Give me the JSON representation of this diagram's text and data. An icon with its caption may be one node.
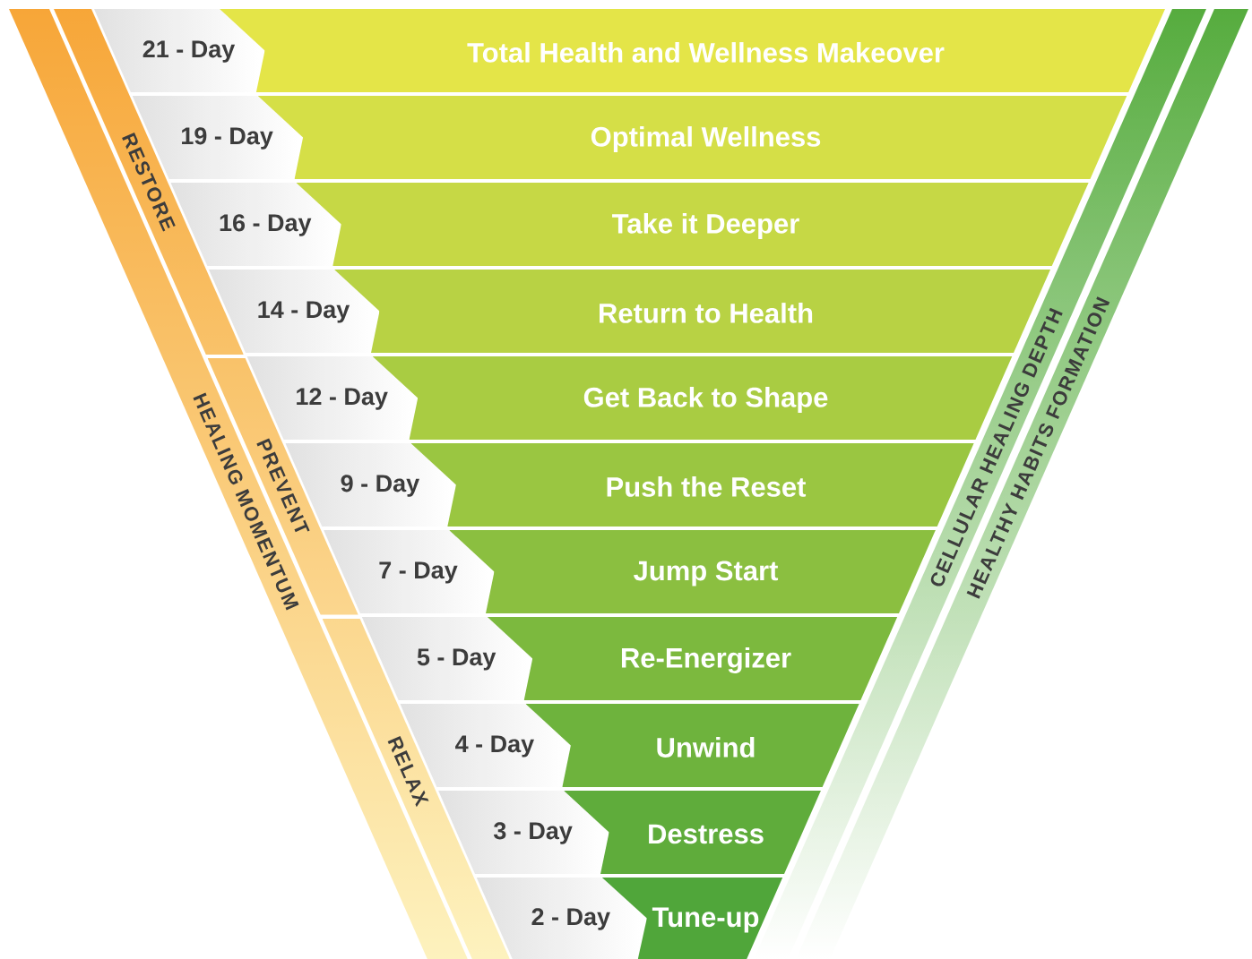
{
  "diagram": {
    "nodes": [
      {
        "text": [
          "HEALING MOMENTUM"
        ]
      },
      {
        "text": [
          "RESTORE"
        ]
      },
      {
        "text": [
          "PREVENT"
        ]
      },
      {
        "text": [
          "RELAX"
        ]
      },
      {
        "text": [
          "21 - Day"
        ]
      },
      {
        "text": [
          "Total Health and Wellness Makeover"
        ]
      },
      {
        "text": [
          "19 - Day"
        ]
      },
      {
        "text": [
          "Optimal Wellness"
        ]
      },
      {
        "text": [
          "16 - Day"
        ]
      },
      {
        "text": [
          "Take it Deeper"
        ]
      },
      {
        "text": [
          "14 - Day"
        ]
      },
      {
        "text": [
          "Return to Health"
        ]
      },
      {
        "text": [
          "12 - Day"
        ]
      },
      {
        "text": [
          "Get Back to Shape"
        ]
      },
      {
        "text": [
          "9 - Day"
        ]
      },
      {
        "text": [
          "Push the Reset"
        ]
      },
      {
        "text": [
          "7 - Day"
        ]
      },
      {
        "text": [
          "Jump Start"
        ]
      },
      {
        "text": [
          "5 - Day"
        ]
      },
      {
        "text": [
          "Re-Energizer"
        ]
      },
      {
        "text": [
          "4 - Day"
        ]
      },
      {
        "text": [
          "Unwind"
        ]
      },
      {
        "text": [
          "3 - Day"
        ]
      },
      {
        "text": [
          "Destress"
        ]
      },
      {
        "text": [
          "2 - Day"
        ]
      },
      {
        "text": [
          "Tune-up"
        ]
      },
      {
        "text": [
          "CELLULAR HEALING DEPTH"
        ]
      },
      {
        "text": [
          "HEALTHY HABITS FORMATION"
        ]
      }
    ]
  }
}
